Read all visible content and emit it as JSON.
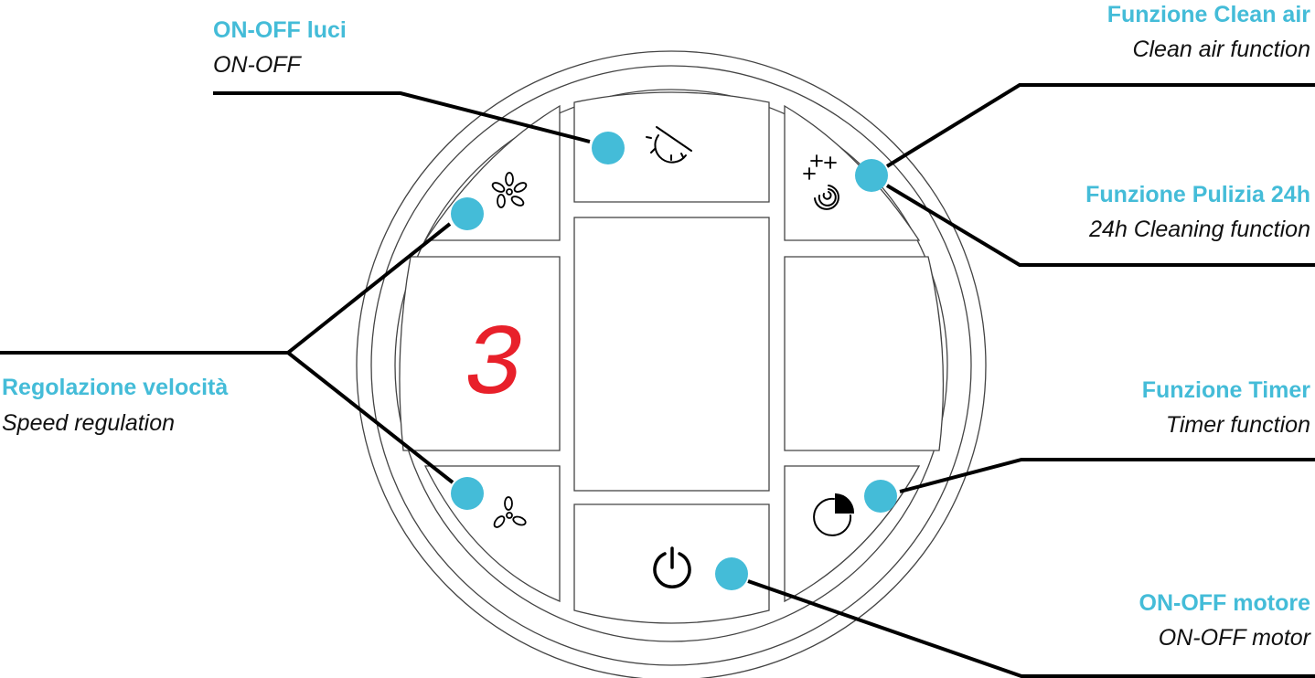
{
  "colors": {
    "accent": "#44bcd8",
    "display": "#e8202a",
    "line": "#000000",
    "outline": "#444444"
  },
  "display": {
    "digit": "3"
  },
  "callouts": {
    "lights": {
      "title": "ON-OFF luci",
      "subtitle": "ON-OFF"
    },
    "clean_air": {
      "title": "Funzione Clean air",
      "subtitle": "Clean air function"
    },
    "cleaning_24h": {
      "title": "Funzione Pulizia 24h",
      "subtitle": "24h Cleaning function"
    },
    "speed": {
      "title": "Regolazione velocità",
      "subtitle": "Speed regulation"
    },
    "timer": {
      "title": "Funzione Timer",
      "subtitle": "Timer function"
    },
    "motor": {
      "title": "ON-OFF motore",
      "subtitle": "ON-OFF motor"
    }
  },
  "icons": [
    "light-off-icon",
    "fan-high-icon",
    "fan-low-icon",
    "clean-air-icon",
    "timer-icon",
    "power-icon"
  ]
}
